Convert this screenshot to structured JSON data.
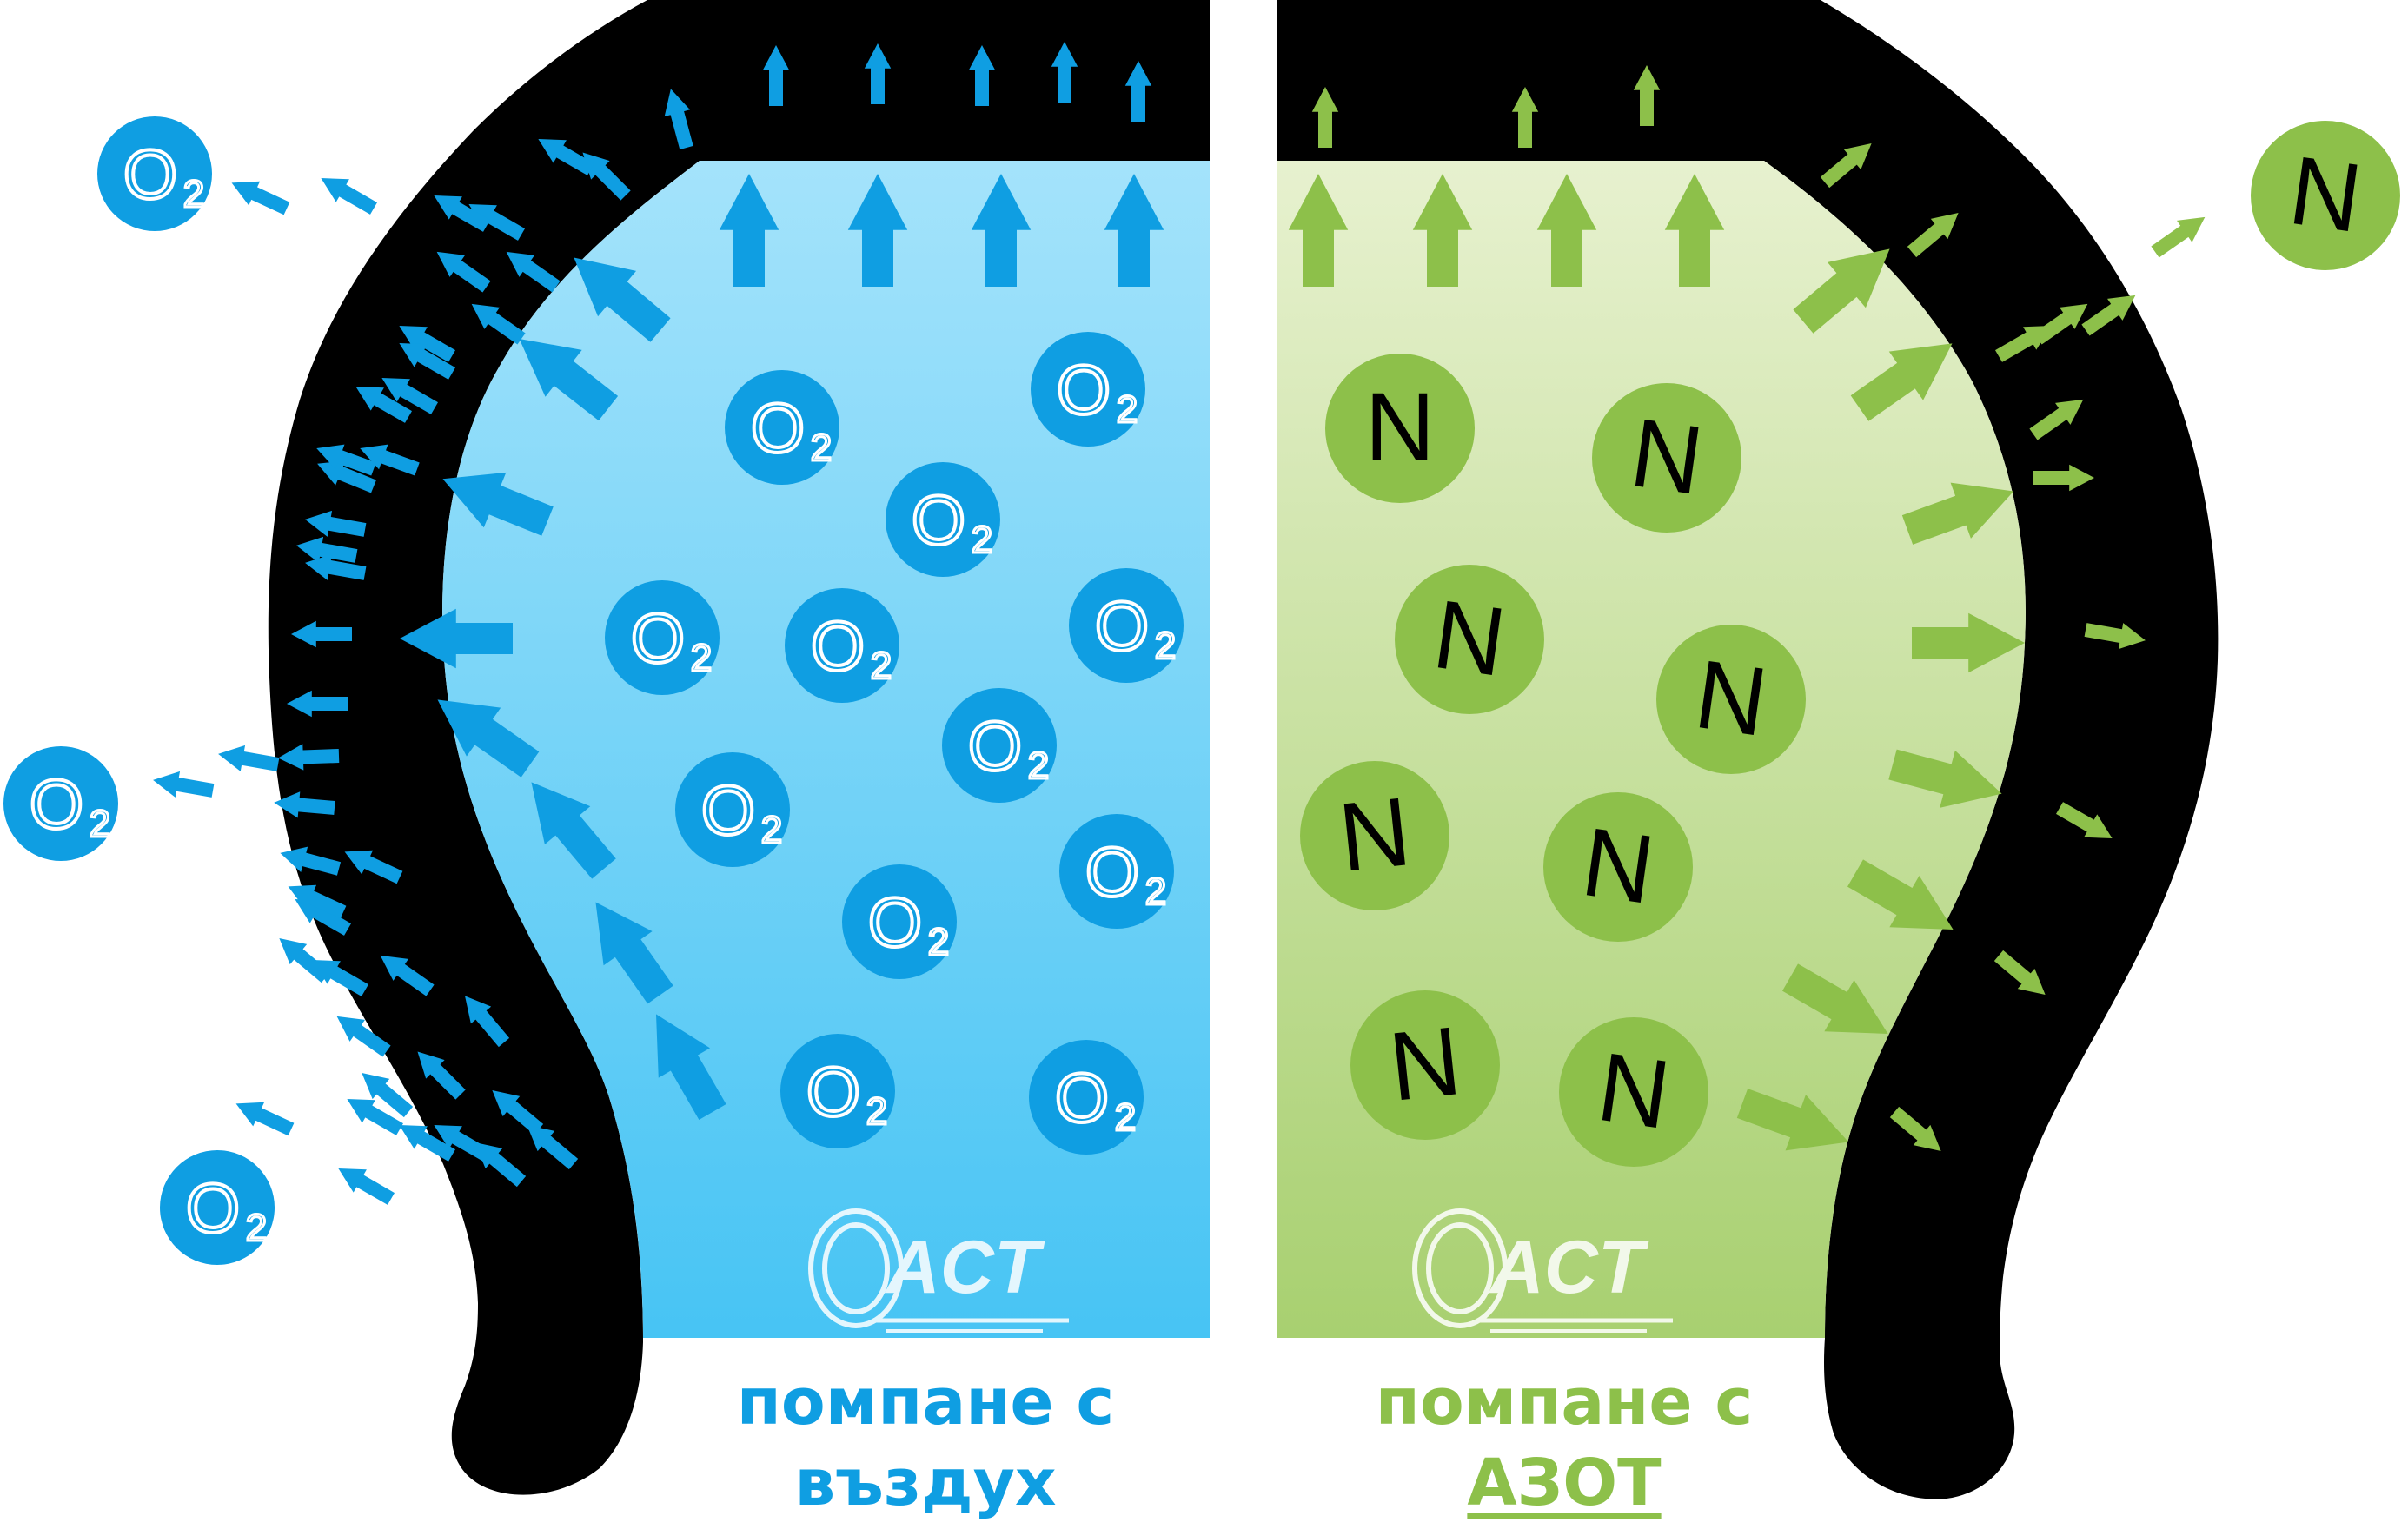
{
  "colors": {
    "air_blue": "#0f9ee2",
    "air_fill_top": "#a4e3fb",
    "air_fill_bottom": "#47c4f4",
    "nitrogen_green": "#8dc04a",
    "nitrogen_fill_top": "#e7f1cf",
    "nitrogen_fill_bottom": "#a8d070",
    "tire_black": "#000000"
  },
  "left_panel": {
    "molecule_label": "O",
    "molecule_subscript": "2",
    "caption_line1": "помпане с",
    "caption_line2": "въздух"
  },
  "right_panel": {
    "molecule_label": "N",
    "caption_line1": "помпане с",
    "caption_line2": "АЗОТ"
  },
  "logo": {
    "text": "ACT"
  }
}
